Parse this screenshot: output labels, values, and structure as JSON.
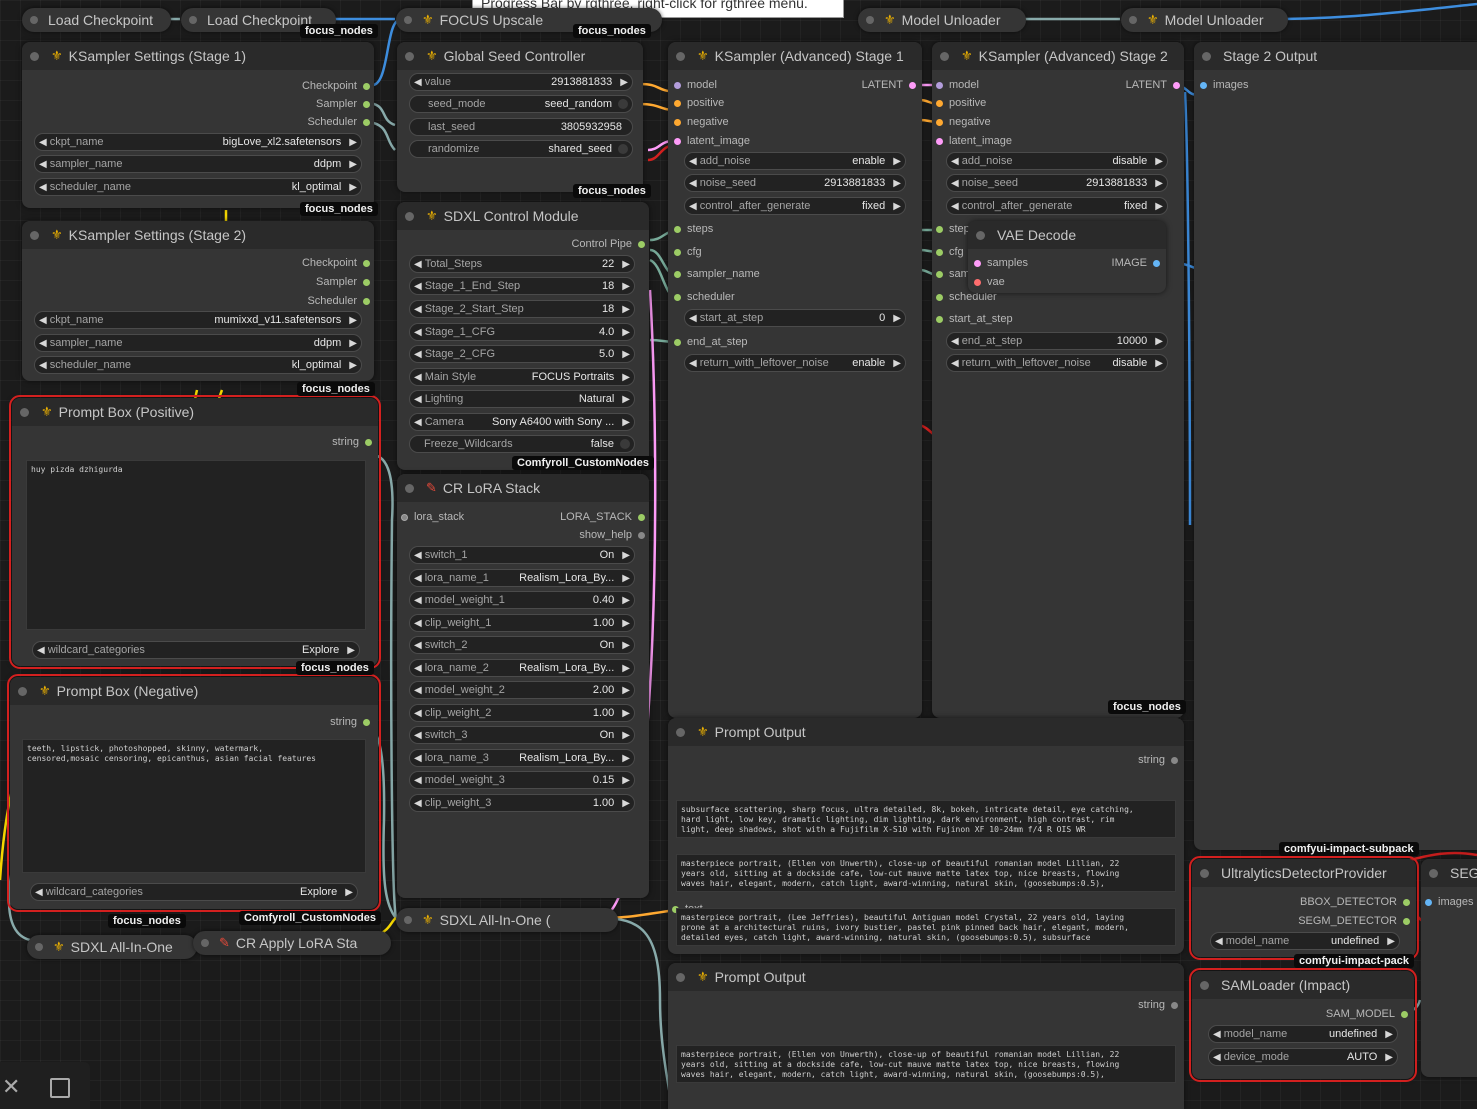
{
  "tooltip": "Progress Bar by rgthree. right-click for rgthree menu.",
  "colors": {
    "accent_red": "#d3201f",
    "flower": "#f0b400",
    "clip_slot": "#f5d700",
    "model_slot": "#b39ddb",
    "latent_slot": "#ff9cf9",
    "image_slot": "#64b5f6",
    "conditioning_slot": "#ffa931"
  },
  "top_collapsed": [
    {
      "label": "Load Checkpoint"
    },
    {
      "label": "Load Checkpoint"
    },
    {
      "label": "FOCUS Upscale"
    },
    {
      "label": "Model Unloader"
    },
    {
      "label": "Model Unloader"
    }
  ],
  "bottom_collapsed": [
    {
      "label": "SDXL All-In-One"
    },
    {
      "label": "CR Apply LoRA Sta"
    },
    {
      "label": "SDXL All-In-One ("
    }
  ],
  "tags": {
    "focus_nodes": "focus_nodes",
    "comfyroll": "Comfyroll_CustomNodes",
    "impact_subpack": "comfyui-impact-subpack",
    "impact_pack": "comfyui-impact-pack"
  },
  "ks1": {
    "title": "KSampler Settings (Stage 1)",
    "outputs": [
      "Checkpoint",
      "Sampler",
      "Scheduler"
    ],
    "widgets": [
      {
        "label": "ckpt_name",
        "value": "bigLove_xl2.safetensors"
      },
      {
        "label": "sampler_name",
        "value": "ddpm"
      },
      {
        "label": "scheduler_name",
        "value": "kl_optimal"
      }
    ]
  },
  "ks2": {
    "title": "KSampler Settings (Stage 2)",
    "outputs": [
      "Checkpoint",
      "Sampler",
      "Scheduler"
    ],
    "widgets": [
      {
        "label": "ckpt_name",
        "value": "mumixxd_v11.safetensors"
      },
      {
        "label": "sampler_name",
        "value": "ddpm"
      },
      {
        "label": "scheduler_name",
        "value": "kl_optimal"
      }
    ]
  },
  "prompt_pos": {
    "title": "Prompt Box (Positive)",
    "output": "string",
    "text": "huy pizda dzhigurda",
    "wildcard_label": "wildcard_categories",
    "wildcard_value": "Explore"
  },
  "prompt_neg": {
    "title": "Prompt Box (Negative)",
    "output": "string",
    "text": "teeth, lipstick, photoshopped, skinny, watermark,\ncensored,mosaic censoring, epicanthus, asian facial features",
    "wildcard_label": "wildcard_categories",
    "wildcard_value": "Explore"
  },
  "seed": {
    "title": "Global Seed Controller",
    "widgets": [
      {
        "label": "value",
        "value": "2913881833"
      },
      {
        "label": "seed_mode",
        "value": "seed_random"
      },
      {
        "label": "last_seed",
        "value": "3805932958"
      },
      {
        "label": "randomize",
        "value": "shared_seed"
      }
    ]
  },
  "sdxl": {
    "title": "SDXL Control Module",
    "output": "Control Pipe",
    "widgets": [
      {
        "label": "Total_Steps",
        "value": "22"
      },
      {
        "label": "Stage_1_End_Step",
        "value": "18"
      },
      {
        "label": "Stage_2_Start_Step",
        "value": "18"
      },
      {
        "label": "Stage_1_CFG",
        "value": "4.0"
      },
      {
        "label": "Stage_2_CFG",
        "value": "5.0"
      },
      {
        "label": "Main Style",
        "value": "FOCUS Portraits"
      },
      {
        "label": "Lighting",
        "value": "Natural"
      },
      {
        "label": "Camera",
        "value": "Sony A6400 with Sony ..."
      },
      {
        "label": "Freeze_Wildcards",
        "value": "false"
      }
    ]
  },
  "lora": {
    "title": "CR LoRA Stack",
    "input": "lora_stack",
    "outputs": [
      "LORA_STACK",
      "show_help"
    ],
    "widgets": [
      {
        "label": "switch_1",
        "value": "On"
      },
      {
        "label": "lora_name_1",
        "value": "Realism_Lora_By..."
      },
      {
        "label": "model_weight_1",
        "value": "0.40"
      },
      {
        "label": "clip_weight_1",
        "value": "1.00"
      },
      {
        "label": "switch_2",
        "value": "On"
      },
      {
        "label": "lora_name_2",
        "value": "Realism_Lora_By..."
      },
      {
        "label": "model_weight_2",
        "value": "2.00"
      },
      {
        "label": "clip_weight_2",
        "value": "1.00"
      },
      {
        "label": "switch_3",
        "value": "On"
      },
      {
        "label": "lora_name_3",
        "value": "Realism_Lora_By..."
      },
      {
        "label": "model_weight_3",
        "value": "0.15"
      },
      {
        "label": "clip_weight_3",
        "value": "1.00"
      }
    ]
  },
  "ksa1": {
    "title": "KSampler (Advanced) Stage 1",
    "inputs": [
      "model",
      "positive",
      "negative",
      "latent_image"
    ],
    "output": "LATENT",
    "widgets_a": [
      {
        "label": "add_noise",
        "value": "enable"
      },
      {
        "label": "noise_seed",
        "value": "2913881833"
      },
      {
        "label": "control_after_generate",
        "value": "fixed"
      }
    ],
    "inputs_b": [
      "steps",
      "cfg",
      "sampler_name",
      "scheduler"
    ],
    "widgets_b": [
      {
        "label": "start_at_step",
        "value": "0"
      }
    ],
    "input_c": "end_at_step",
    "widgets_c": [
      {
        "label": "return_with_leftover_noise",
        "value": "enable"
      }
    ]
  },
  "ksa2": {
    "title": "KSampler (Advanced) Stage 2",
    "inputs": [
      "model",
      "positive",
      "negative",
      "latent_image"
    ],
    "output": "LATENT",
    "widgets_a": [
      {
        "label": "add_noise",
        "value": "disable"
      },
      {
        "label": "noise_seed",
        "value": "2913881833"
      },
      {
        "label": "control_after_generate",
        "value": "fixed"
      }
    ],
    "inputs_b": [
      "steps",
      "cfg",
      "sampler_name",
      "scheduler",
      "start_at_step"
    ],
    "widgets_b": [
      {
        "label": "end_at_step",
        "value": "10000"
      },
      {
        "label": "return_with_leftover_noise",
        "value": "disable"
      }
    ]
  },
  "vae": {
    "title": "VAE Decode",
    "inputs": [
      "samples",
      "vae"
    ],
    "output": "IMAGE"
  },
  "stage2": {
    "title": "Stage 2 Output",
    "input": "images"
  },
  "prompt_out1": {
    "title": "Prompt Output",
    "output": "string",
    "input": "text",
    "texts": [
      "subsurface scattering, sharp focus, ultra detailed, 8k, bokeh, intricate detail, eye catching,\nhard light, low key, dramatic lighting, dim lighting, dark environment, high contrast, rim\nlight, deep shadows, shot with a Fujifilm X-S10 with Fujinon XF 10-24mm f/4 R OIS WR",
      "masterpiece portrait, (Ellen von Unwerth), close-up of beautiful romanian model Lillian, 22\nyears old, sitting at a dockside cafe, low-cut mauve matte latex top, nice breasts, flowing\nwaves hair, elegant, modern, catch light, award-winning, natural skin, (goosebumps:0.5),",
      "masterpiece portrait, (Lee Jeffries), beautiful Antiguan model Crystal, 22 years old, laying\nprone at a architectural ruins, ivory bustier, pastel pink pinned back hair, elegant, modern,\ndetailed eyes, catch light, award-winning, natural skin, (goosebumps:0.5), subsurface"
    ]
  },
  "prompt_out2": {
    "title": "Prompt Output",
    "output": "string",
    "texts": [
      "masterpiece portrait, (Ellen von Unwerth), close-up of beautiful romanian model Lillian, 22\nyears old, sitting at a dockside cafe, low-cut mauve matte latex top, nice breasts, flowing\nwaves hair, elegant, modern, catch light, award-winning, natural skin, (goosebumps:0.5),"
    ]
  },
  "ultra": {
    "title": "UltralyticsDetectorProvider",
    "outputs": [
      "BBOX_DETECTOR",
      "SEGM_DETECTOR"
    ],
    "widgets": [
      {
        "label": "model_name",
        "value": "undefined"
      }
    ]
  },
  "sam": {
    "title": "SAMLoader (Impact)",
    "output": "SAM_MODEL",
    "widgets": [
      {
        "label": "model_name",
        "value": "undefined"
      },
      {
        "label": "device_mode",
        "value": "AUTO"
      }
    ]
  },
  "segs": {
    "title": "SEGS",
    "input": "images"
  }
}
